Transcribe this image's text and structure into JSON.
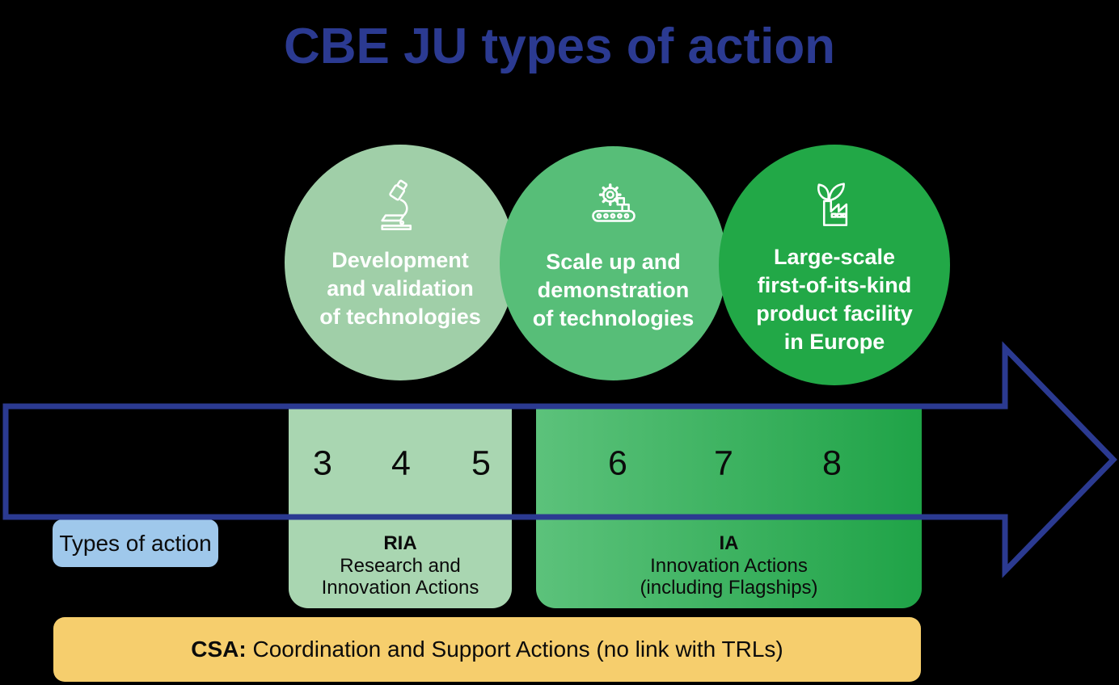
{
  "title": "CBE JU types of action",
  "colors": {
    "background": "#000000",
    "title_blue": "#2B3A91",
    "arrow_blue": "#2B3A91",
    "circle_light_green": "#A0CFA8",
    "circle_medium_green": "#57BE78",
    "circle_dark_green": "#22A847",
    "ria_column_green": "#A9D6B1",
    "ia_gradient_start": "#5CC27B",
    "ia_gradient_end": "#1FA347",
    "types_label_blue": "#9FC8EB",
    "csa_yellow": "#F6CE6D",
    "circle_text": "#FFFFFF",
    "body_text": "#0B0B0B"
  },
  "circles": [
    {
      "icon": "microscope-icon",
      "lines": [
        "Development",
        "and validation",
        "of technologies"
      ]
    },
    {
      "icon": "gear-conveyor-icon",
      "lines": [
        "Scale up and",
        "demonstration",
        "of technologies"
      ]
    },
    {
      "icon": "factory-leaf-icon",
      "lines": [
        "Large-scale",
        "first-of-its-kind",
        "product facility",
        "in Europe"
      ]
    }
  ],
  "trl": {
    "values": [
      "3",
      "4",
      "5",
      "6",
      "7",
      "8"
    ]
  },
  "types_label": "Types of action",
  "ria": {
    "abbr": "RIA",
    "lines": [
      "Research and",
      "Innovation Actions"
    ]
  },
  "ia": {
    "abbr": "IA",
    "lines": [
      "Innovation Actions",
      "(including Flagships)"
    ]
  },
  "csa": {
    "abbr": "CSA:",
    "text": " Coordination and Support Actions (no link with TRLs)"
  }
}
